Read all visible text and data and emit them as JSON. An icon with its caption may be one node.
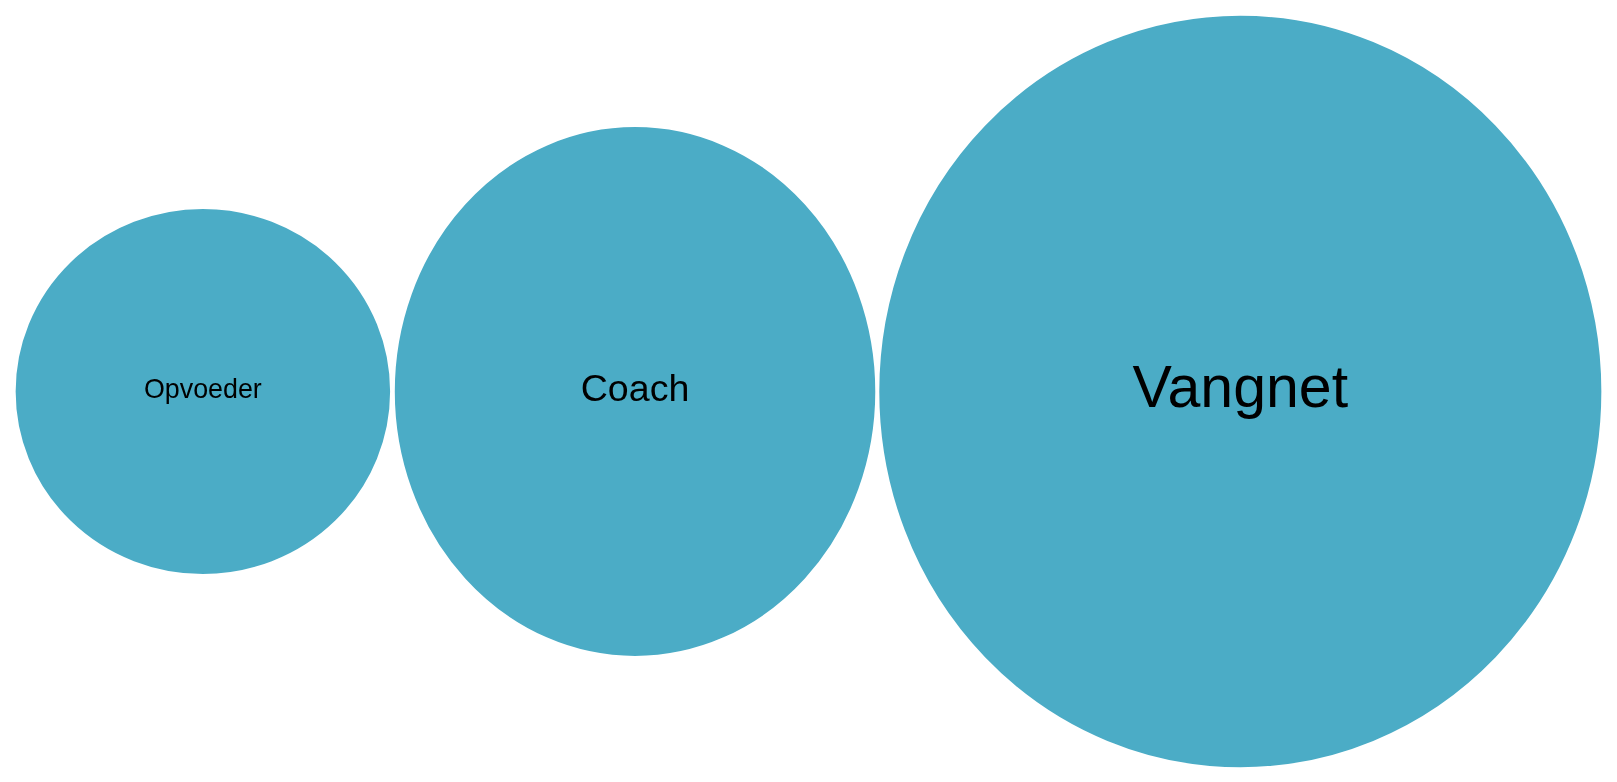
{
  "diagram": {
    "nodes": [
      {
        "text": [
          "Opvoeder"
        ]
      },
      {
        "text": [
          "Coach"
        ]
      },
      {
        "text": [
          "Vangnet"
        ]
      }
    ]
  }
}
